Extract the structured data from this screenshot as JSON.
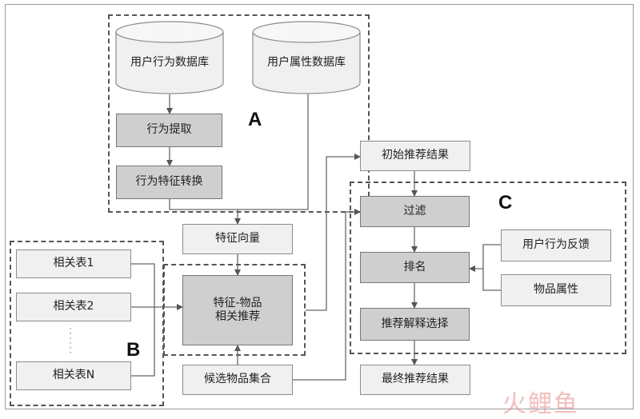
{
  "regions": {
    "a": "A",
    "b": "B",
    "c": "C"
  },
  "databases": {
    "user_behavior": "用户行为数据库",
    "user_attribute": "用户属性数据库"
  },
  "nodes": {
    "behavior_extract": "行为提取",
    "behavior_feature_transform": "行为特征转换",
    "feature_vector": "特征向量",
    "feature_item_line1": "特征-物品",
    "feature_item_line2": "相关推荐",
    "candidate_items": "候选物品集合",
    "related_table_1": "相关表1",
    "related_table_2": "相关表2",
    "related_table_n": "相关表N",
    "initial_results": "初始推荐结果",
    "filter": "过滤",
    "rank": "排名",
    "explain_select": "推荐解释选择",
    "final_results": "最终推荐结果",
    "user_feedback": "用户行为反馈",
    "item_attributes": "物品属性"
  },
  "watermark": "火鲤鱼"
}
